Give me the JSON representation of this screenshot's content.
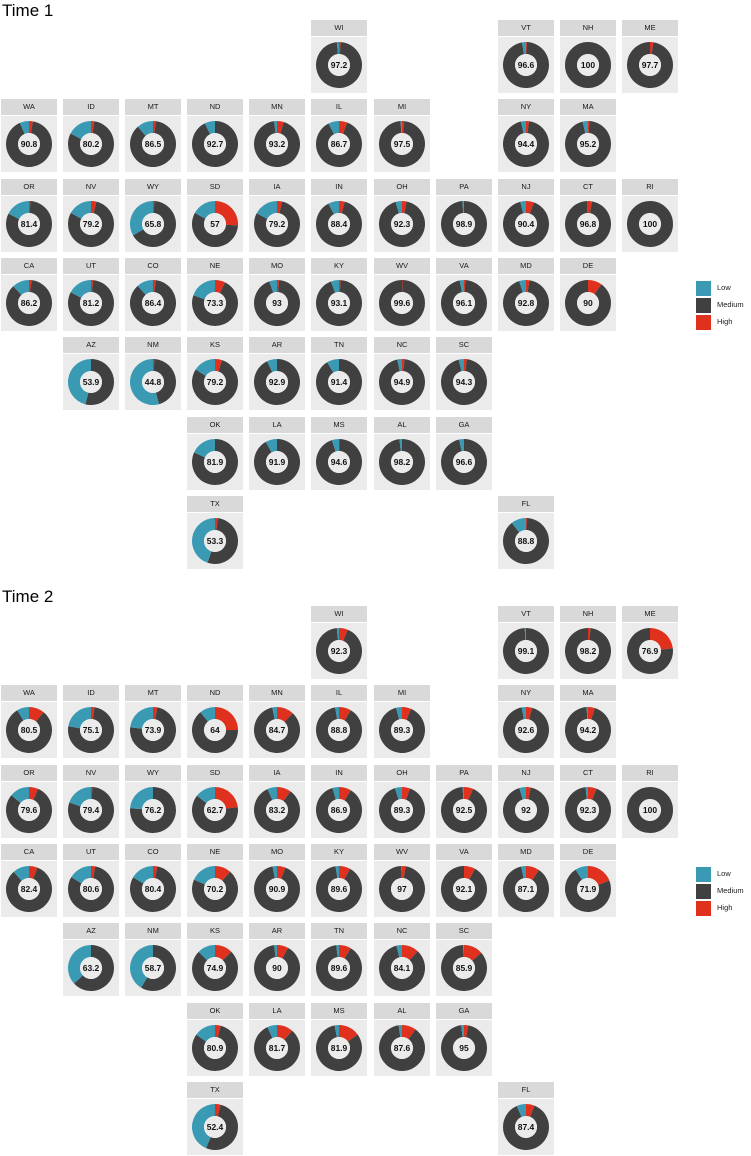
{
  "colors": {
    "low": "#3a9ab4",
    "medium": "#404040",
    "high": "#e0301e",
    "strip": "#d9d9d9",
    "panel": "#ebebeb"
  },
  "legend": {
    "items": [
      {
        "key": "low",
        "label": "Low"
      },
      {
        "key": "medium",
        "label": "Medium"
      },
      {
        "key": "high",
        "label": "High"
      }
    ]
  },
  "chart_data": [
    {
      "type": "pie",
      "subtype": "donut geofacet (US state grid)",
      "title": "Time 1",
      "legend": [
        "Low",
        "Medium",
        "High"
      ],
      "legend_position": "right",
      "label": "Medium share (%) shown in donut center",
      "states": [
        {
          "state": "WI",
          "row": 0,
          "col": 5,
          "medium": 97.2,
          "low": 1.5,
          "high": 1.3
        },
        {
          "state": "VT",
          "row": 0,
          "col": 8,
          "medium": 96.6,
          "low": 2.8,
          "high": 0.6
        },
        {
          "state": "NH",
          "row": 0,
          "col": 9,
          "medium": 100,
          "low": 0,
          "high": 0
        },
        {
          "state": "ME",
          "row": 0,
          "col": 10,
          "medium": 97.7,
          "low": 0,
          "high": 2.3
        },
        {
          "state": "WA",
          "row": 1,
          "col": 0,
          "medium": 90.8,
          "low": 6.5,
          "high": 2.7
        },
        {
          "state": "ID",
          "row": 1,
          "col": 1,
          "medium": 80.2,
          "low": 17.5,
          "high": 2.3
        },
        {
          "state": "MT",
          "row": 1,
          "col": 2,
          "medium": 86.5,
          "low": 11.5,
          "high": 2.0
        },
        {
          "state": "ND",
          "row": 1,
          "col": 3,
          "medium": 92.7,
          "low": 7.3,
          "high": 0
        },
        {
          "state": "MN",
          "row": 1,
          "col": 4,
          "medium": 93.2,
          "low": 2.0,
          "high": 4.8
        },
        {
          "state": "IL",
          "row": 1,
          "col": 5,
          "medium": 86.7,
          "low": 7.5,
          "high": 5.8
        },
        {
          "state": "MI",
          "row": 1,
          "col": 6,
          "medium": 97.5,
          "low": 1.0,
          "high": 1.5
        },
        {
          "state": "NY",
          "row": 1,
          "col": 8,
          "medium": 94.4,
          "low": 3.5,
          "high": 2.1
        },
        {
          "state": "MA",
          "row": 1,
          "col": 9,
          "medium": 95.2,
          "low": 3.8,
          "high": 1.0
        },
        {
          "state": "OR",
          "row": 2,
          "col": 0,
          "medium": 81.4,
          "low": 17.6,
          "high": 1.0
        },
        {
          "state": "NV",
          "row": 2,
          "col": 1,
          "medium": 79.2,
          "low": 17.0,
          "high": 3.8
        },
        {
          "state": "WY",
          "row": 2,
          "col": 2,
          "medium": 65.8,
          "low": 33.2,
          "high": 1.0
        },
        {
          "state": "SD",
          "row": 2,
          "col": 3,
          "medium": 57,
          "low": 17.0,
          "high": 26.0
        },
        {
          "state": "IA",
          "row": 2,
          "col": 4,
          "medium": 79.2,
          "low": 17.3,
          "high": 3.5
        },
        {
          "state": "IN",
          "row": 2,
          "col": 5,
          "medium": 88.4,
          "low": 7.6,
          "high": 4.0
        },
        {
          "state": "OH",
          "row": 2,
          "col": 6,
          "medium": 92.3,
          "low": 4.5,
          "high": 3.2
        },
        {
          "state": "PA",
          "row": 2,
          "col": 7,
          "medium": 98.9,
          "low": 1.1,
          "high": 0
        },
        {
          "state": "NJ",
          "row": 2,
          "col": 8,
          "medium": 90.4,
          "low": 4.0,
          "high": 5.6
        },
        {
          "state": "CT",
          "row": 2,
          "col": 9,
          "medium": 96.8,
          "low": 0.4,
          "high": 2.8
        },
        {
          "state": "RI",
          "row": 2,
          "col": 10,
          "medium": 100,
          "low": 0,
          "high": 0
        },
        {
          "state": "CA",
          "row": 3,
          "col": 0,
          "medium": 86.2,
          "low": 12.0,
          "high": 1.8
        },
        {
          "state": "UT",
          "row": 3,
          "col": 1,
          "medium": 81.2,
          "low": 17.3,
          "high": 1.5
        },
        {
          "state": "CO",
          "row": 3,
          "col": 2,
          "medium": 86.4,
          "low": 11.6,
          "high": 2.0
        },
        {
          "state": "NE",
          "row": 3,
          "col": 3,
          "medium": 73.3,
          "low": 19.5,
          "high": 7.2
        },
        {
          "state": "MO",
          "row": 3,
          "col": 4,
          "medium": 93,
          "low": 5.5,
          "high": 1.5
        },
        {
          "state": "KY",
          "row": 3,
          "col": 5,
          "medium": 93.1,
          "low": 5.7,
          "high": 1.2
        },
        {
          "state": "WV",
          "row": 3,
          "col": 6,
          "medium": 99.6,
          "low": 0,
          "high": 0.4
        },
        {
          "state": "VA",
          "row": 3,
          "col": 7,
          "medium": 96.1,
          "low": 3.0,
          "high": 0.9
        },
        {
          "state": "MD",
          "row": 3,
          "col": 8,
          "medium": 92.8,
          "low": 4.8,
          "high": 2.4
        },
        {
          "state": "DE",
          "row": 3,
          "col": 9,
          "medium": 90,
          "low": 0,
          "high": 10.0
        },
        {
          "state": "AZ",
          "row": 4,
          "col": 1,
          "medium": 53.9,
          "low": 46.1,
          "high": 0
        },
        {
          "state": "NM",
          "row": 4,
          "col": 2,
          "medium": 44.8,
          "low": 54.2,
          "high": 1.0
        },
        {
          "state": "KS",
          "row": 4,
          "col": 3,
          "medium": 79.2,
          "low": 15.8,
          "high": 5.0
        },
        {
          "state": "AR",
          "row": 4,
          "col": 4,
          "medium": 92.9,
          "low": 7.1,
          "high": 0
        },
        {
          "state": "TN",
          "row": 4,
          "col": 5,
          "medium": 91.4,
          "low": 8.6,
          "high": 0
        },
        {
          "state": "NC",
          "row": 4,
          "col": 6,
          "medium": 94.9,
          "low": 3.3,
          "high": 1.8
        },
        {
          "state": "SC",
          "row": 4,
          "col": 7,
          "medium": 94.3,
          "low": 3.7,
          "high": 2.0
        },
        {
          "state": "OK",
          "row": 5,
          "col": 3,
          "medium": 81.9,
          "low": 18.1,
          "high": 0
        },
        {
          "state": "LA",
          "row": 5,
          "col": 4,
          "medium": 91.9,
          "low": 8.1,
          "high": 0
        },
        {
          "state": "MS",
          "row": 5,
          "col": 5,
          "medium": 94.6,
          "low": 5.0,
          "high": 0.4
        },
        {
          "state": "AL",
          "row": 5,
          "col": 6,
          "medium": 98.2,
          "low": 1.8,
          "high": 0
        },
        {
          "state": "GA",
          "row": 5,
          "col": 7,
          "medium": 96.6,
          "low": 3.4,
          "high": 0
        },
        {
          "state": "TX",
          "row": 6,
          "col": 3,
          "medium": 53.3,
          "low": 44.7,
          "high": 2.0
        },
        {
          "state": "FL",
          "row": 6,
          "col": 8,
          "medium": 88.8,
          "low": 10.6,
          "high": 0.6
        }
      ]
    },
    {
      "type": "pie",
      "subtype": "donut geofacet (US state grid)",
      "title": "Time 2",
      "legend": [
        "Low",
        "Medium",
        "High"
      ],
      "legend_position": "right",
      "label": "Medium share (%) shown in donut center",
      "states": [
        {
          "state": "WI",
          "row": 0,
          "col": 5,
          "medium": 92.3,
          "low": 1.5,
          "high": 6.2
        },
        {
          "state": "VT",
          "row": 0,
          "col": 8,
          "medium": 99.1,
          "low": 0.9,
          "high": 0
        },
        {
          "state": "NH",
          "row": 0,
          "col": 9,
          "medium": 98.2,
          "low": 0,
          "high": 1.8
        },
        {
          "state": "ME",
          "row": 0,
          "col": 10,
          "medium": 76.9,
          "low": 0,
          "high": 23.1
        },
        {
          "state": "WA",
          "row": 1,
          "col": 0,
          "medium": 80.5,
          "low": 8.5,
          "high": 11.0
        },
        {
          "state": "ID",
          "row": 1,
          "col": 1,
          "medium": 75.1,
          "low": 22.4,
          "high": 2.5
        },
        {
          "state": "MT",
          "row": 1,
          "col": 2,
          "medium": 73.9,
          "low": 23.1,
          "high": 3.0
        },
        {
          "state": "ND",
          "row": 1,
          "col": 3,
          "medium": 64,
          "low": 11.0,
          "high": 25.0
        },
        {
          "state": "MN",
          "row": 1,
          "col": 4,
          "medium": 84.7,
          "low": 3.3,
          "high": 12.0
        },
        {
          "state": "IL",
          "row": 1,
          "col": 5,
          "medium": 88.8,
          "low": 2.7,
          "high": 8.5
        },
        {
          "state": "MI",
          "row": 1,
          "col": 6,
          "medium": 89.3,
          "low": 4.2,
          "high": 6.5
        },
        {
          "state": "NY",
          "row": 1,
          "col": 8,
          "medium": 92.6,
          "low": 3.0,
          "high": 4.4
        },
        {
          "state": "MA",
          "row": 1,
          "col": 9,
          "medium": 94.2,
          "low": 1.0,
          "high": 4.8
        },
        {
          "state": "OR",
          "row": 2,
          "col": 0,
          "medium": 79.6,
          "low": 13.9,
          "high": 6.5
        },
        {
          "state": "NV",
          "row": 2,
          "col": 1,
          "medium": 79.4,
          "low": 19.6,
          "high": 1.0
        },
        {
          "state": "WY",
          "row": 2,
          "col": 2,
          "medium": 76.2,
          "low": 23.8,
          "high": 0
        },
        {
          "state": "SD",
          "row": 2,
          "col": 3,
          "medium": 62.7,
          "low": 14.3,
          "high": 23.0
        },
        {
          "state": "IA",
          "row": 2,
          "col": 4,
          "medium": 83.2,
          "low": 6.8,
          "high": 10.0
        },
        {
          "state": "IN",
          "row": 2,
          "col": 5,
          "medium": 86.9,
          "low": 4.6,
          "high": 8.5
        },
        {
          "state": "OH",
          "row": 2,
          "col": 6,
          "medium": 89.3,
          "low": 5.0,
          "high": 5.7
        },
        {
          "state": "PA",
          "row": 2,
          "col": 7,
          "medium": 92.5,
          "low": 1.0,
          "high": 6.5
        },
        {
          "state": "NJ",
          "row": 2,
          "col": 8,
          "medium": 92,
          "low": 4.7,
          "high": 3.3
        },
        {
          "state": "CT",
          "row": 2,
          "col": 9,
          "medium": 92.3,
          "low": 1.7,
          "high": 6.0
        },
        {
          "state": "RI",
          "row": 2,
          "col": 10,
          "medium": 100,
          "low": 0,
          "high": 0
        },
        {
          "state": "CA",
          "row": 3,
          "col": 0,
          "medium": 82.4,
          "low": 11.6,
          "high": 6.0
        },
        {
          "state": "UT",
          "row": 3,
          "col": 1,
          "medium": 80.6,
          "low": 16.4,
          "high": 3.0
        },
        {
          "state": "CO",
          "row": 3,
          "col": 2,
          "medium": 80.4,
          "low": 16.6,
          "high": 3.0
        },
        {
          "state": "NE",
          "row": 3,
          "col": 3,
          "medium": 70.2,
          "low": 18.3,
          "high": 11.5
        },
        {
          "state": "MO",
          "row": 3,
          "col": 4,
          "medium": 90.9,
          "low": 3.1,
          "high": 6.0
        },
        {
          "state": "KY",
          "row": 3,
          "col": 5,
          "medium": 89.6,
          "low": 2.4,
          "high": 8.0
        },
        {
          "state": "WV",
          "row": 3,
          "col": 6,
          "medium": 97,
          "low": 0.5,
          "high": 2.5
        },
        {
          "state": "VA",
          "row": 3,
          "col": 7,
          "medium": 92.1,
          "low": 0,
          "high": 7.9
        },
        {
          "state": "MD",
          "row": 3,
          "col": 8,
          "medium": 87.1,
          "low": 3.4,
          "high": 9.5
        },
        {
          "state": "DE",
          "row": 3,
          "col": 9,
          "medium": 71.9,
          "low": 9.1,
          "high": 19.0
        },
        {
          "state": "AZ",
          "row": 4,
          "col": 1,
          "medium": 63.2,
          "low": 36.8,
          "high": 0
        },
        {
          "state": "NM",
          "row": 4,
          "col": 2,
          "medium": 58.7,
          "low": 41.3,
          "high": 0
        },
        {
          "state": "KS",
          "row": 4,
          "col": 3,
          "medium": 74.9,
          "low": 12.6,
          "high": 12.5
        },
        {
          "state": "AR",
          "row": 4,
          "col": 4,
          "medium": 90,
          "low": 2.0,
          "high": 8.0
        },
        {
          "state": "TN",
          "row": 4,
          "col": 5,
          "medium": 89.6,
          "low": 1.9,
          "high": 8.5
        },
        {
          "state": "NC",
          "row": 4,
          "col": 6,
          "medium": 84.1,
          "low": 3.9,
          "high": 12.0
        },
        {
          "state": "SC",
          "row": 4,
          "col": 7,
          "medium": 85.9,
          "low": 0.6,
          "high": 13.5
        },
        {
          "state": "OK",
          "row": 5,
          "col": 3,
          "medium": 80.9,
          "low": 15.1,
          "high": 4.0
        },
        {
          "state": "LA",
          "row": 5,
          "col": 4,
          "medium": 81.7,
          "low": 6.8,
          "high": 11.5
        },
        {
          "state": "MS",
          "row": 5,
          "col": 5,
          "medium": 81.9,
          "low": 3.1,
          "high": 15.0
        },
        {
          "state": "AL",
          "row": 5,
          "col": 6,
          "medium": 87.6,
          "low": 2.4,
          "high": 10.0
        },
        {
          "state": "GA",
          "row": 5,
          "col": 7,
          "medium": 95,
          "low": 2.0,
          "high": 3.0
        },
        {
          "state": "TX",
          "row": 6,
          "col": 3,
          "medium": 52.4,
          "low": 43.6,
          "high": 4.0
        },
        {
          "state": "FL",
          "row": 6,
          "col": 8,
          "medium": 87.4,
          "low": 6.6,
          "high": 6.0
        }
      ]
    }
  ]
}
